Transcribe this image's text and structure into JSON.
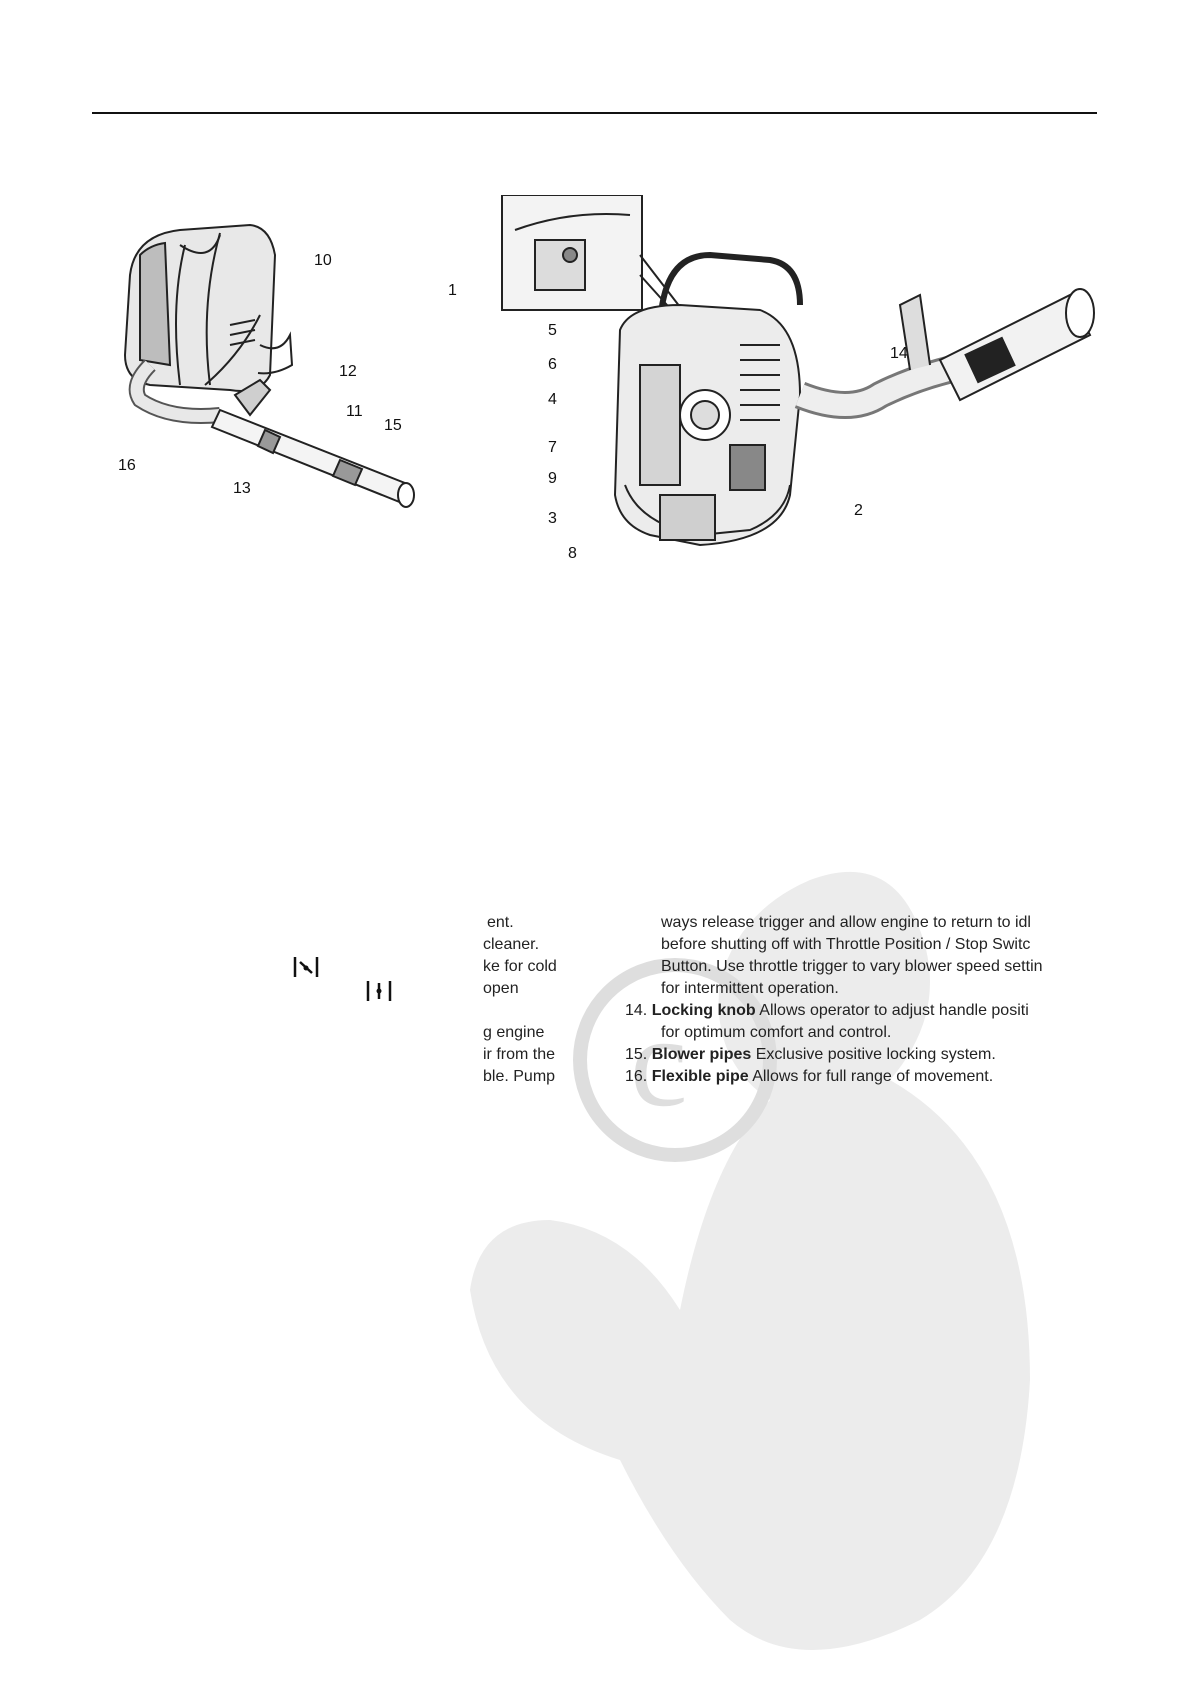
{
  "figure": {
    "callouts": [
      "1",
      "2",
      "3",
      "4",
      "5",
      "6",
      "7",
      "8",
      "9",
      "10",
      "11",
      "12",
      "13",
      "14",
      "15",
      "16"
    ]
  },
  "left_column": {
    "fragments": [
      "ent.",
      "cleaner.",
      "ke for cold",
      "open",
      "g engine",
      "ir from the",
      "ble. Pump"
    ]
  },
  "right_column": {
    "item13_lines": [
      "ways release trigger and allow engine to return to idl",
      "before shutting off with Throttle Position / Stop Switc",
      "Button. Use throttle trigger to vary blower speed settin",
      "for intermittent operation."
    ],
    "item14": {
      "number": "14.",
      "label": "Locking knob",
      "text": " Allows operator to adjust handle positi",
      "cont": "for optimum comfort and control."
    },
    "item15": {
      "number": "15.",
      "label": "Blower pipes",
      "text": " Exclusive positive locking system."
    },
    "item16": {
      "number": "16.",
      "label": "Flexible pipe",
      "text": " Allows for full range of movement."
    }
  },
  "icons": [
    "choke-closed-icon",
    "choke-open-icon",
    "beaver-watermark-icon"
  ]
}
